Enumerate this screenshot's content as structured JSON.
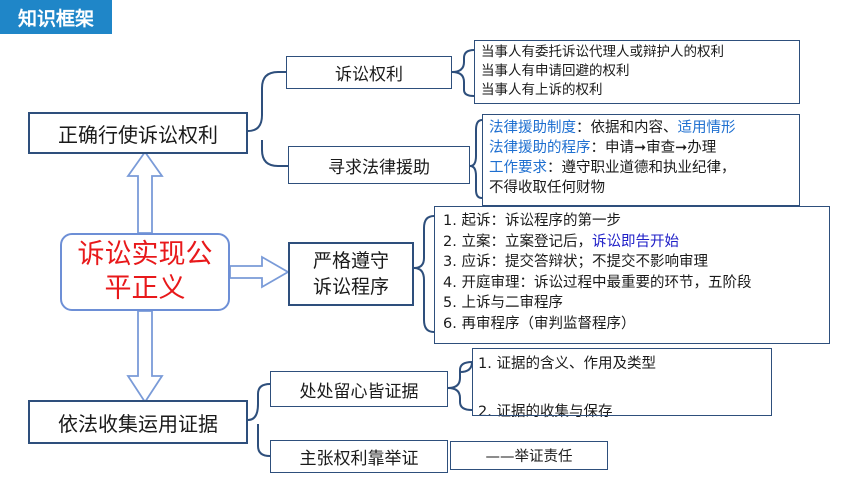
{
  "header": {
    "title": "知识框架"
  },
  "center": {
    "label": "诉讼实现公平正义"
  },
  "left_nodes": {
    "top": "正确行使诉讼权利",
    "bottom": "依法收集运用证据"
  },
  "mid_nodes": {
    "rights": "诉讼权利",
    "aid": "寻求法律援助",
    "procedure": "严格遵守诉讼程序",
    "evidence_care": "处处留心皆证据",
    "burden": "主张权利靠举证"
  },
  "rights_notes": [
    "当事人有委托诉讼代理人或辩护人的权利",
    "当事人有申请回避的权利",
    "当事人有上诉的权利"
  ],
  "aid_notes": {
    "line1_a": "法律援助制度",
    "line1_b": "：依据和内容、",
    "line1_c": "适用情形",
    "line2_a": "法律援助的程序",
    "line2_b": "：申请➞审查➞办理",
    "line3_a": "工作要求",
    "line3_b": "：遵守职业道德和执业纪律，",
    "line4": "不得收取任何财物"
  },
  "procedure_steps": {
    "s1": "1. 起诉：诉讼程序的第一步",
    "s2_a": "2. 立案：立案登记后，",
    "s2_b": "诉讼即告开始",
    "s3": "3. 应诉：提交答辩状；不提交不影响审理",
    "s4": "4. 开庭审理：诉讼过程中最重要的环节，五阶段",
    "s5": "5. 上诉与二审程序",
    "s6": "6. 再审程序（审判监督程序）"
  },
  "evidence_notes": [
    "1. 证据的含义、作用及类型",
    "2. 证据的收集与保存"
  ],
  "burden_note": "——举证责任",
  "colors": {
    "tag_bg": "#1f86c8",
    "border": "#2e4f7c",
    "center_text": "#e8191b",
    "highlight_blue": "#1e6fd0",
    "link_blue": "#2020c8",
    "arrow_outline": "#7a9bd8"
  }
}
